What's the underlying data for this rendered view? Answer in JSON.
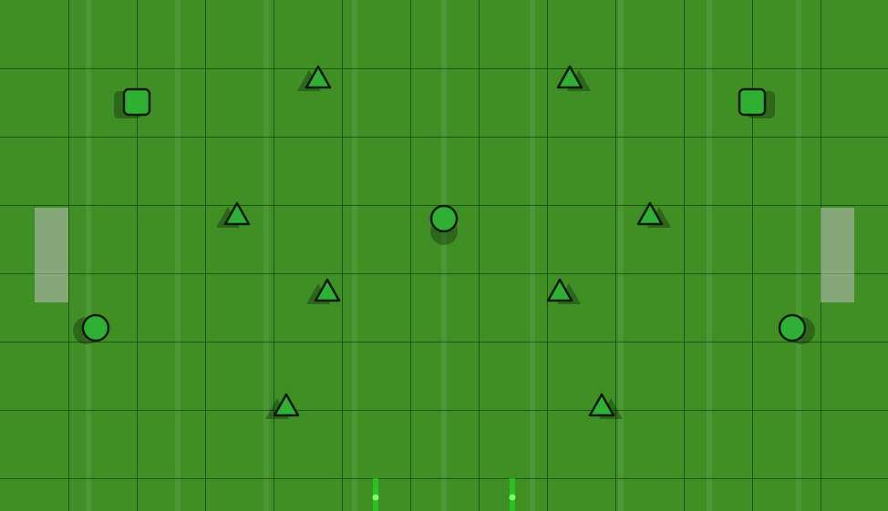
{
  "game": {
    "field_color": "#3f8f25",
    "grid_line_color": "#1f5a12",
    "unit_fill_color": "#2fb035",
    "unit_outline_color": "#0f1a0d",
    "goal_zone_color": "#b5b5b5",
    "marker_color": "#22d322"
  },
  "units": [
    {
      "shape": "square",
      "icon": "square-unit-icon",
      "col": 2,
      "row": 1,
      "shadow": "left"
    },
    {
      "shape": "square",
      "icon": "square-unit-icon",
      "col": 11,
      "row": 1,
      "shadow": "right"
    },
    {
      "shape": "triangle",
      "icon": "triangle-unit-icon",
      "col": 4.65,
      "row": 1.15,
      "shadow": "left"
    },
    {
      "shape": "triangle",
      "icon": "triangle-unit-icon",
      "col": 8.33,
      "row": 1.15,
      "shadow": "right"
    },
    {
      "shape": "triangle",
      "icon": "triangle-unit-icon",
      "col": 3.47,
      "row": 3.15,
      "shadow": "left"
    },
    {
      "shape": "circle",
      "icon": "circle-unit-icon",
      "col": 6.49,
      "row": 3.2,
      "shadow": "below"
    },
    {
      "shape": "triangle",
      "icon": "triangle-unit-icon",
      "col": 9.5,
      "row": 3.15,
      "shadow": "right"
    },
    {
      "shape": "triangle",
      "icon": "triangle-unit-icon",
      "col": 4.79,
      "row": 4.26,
      "shadow": "left"
    },
    {
      "shape": "triangle",
      "icon": "triangle-unit-icon",
      "col": 8.19,
      "row": 4.26,
      "shadow": "right"
    },
    {
      "shape": "circle",
      "icon": "circle-unit-icon",
      "col": 1.4,
      "row": 4.8,
      "shadow": "left"
    },
    {
      "shape": "circle",
      "icon": "circle-unit-icon",
      "col": 11.59,
      "row": 4.8,
      "shadow": "right"
    },
    {
      "shape": "triangle",
      "icon": "triangle-unit-icon",
      "col": 4.18,
      "row": 5.95,
      "shadow": "left"
    },
    {
      "shape": "triangle",
      "icon": "triangle-unit-icon",
      "col": 8.8,
      "row": 5.95,
      "shadow": "right"
    }
  ],
  "markers": [
    {
      "icon": "spawn-marker-icon",
      "col": 5.49
    },
    {
      "icon": "spawn-marker-icon",
      "col": 7.49
    }
  ]
}
